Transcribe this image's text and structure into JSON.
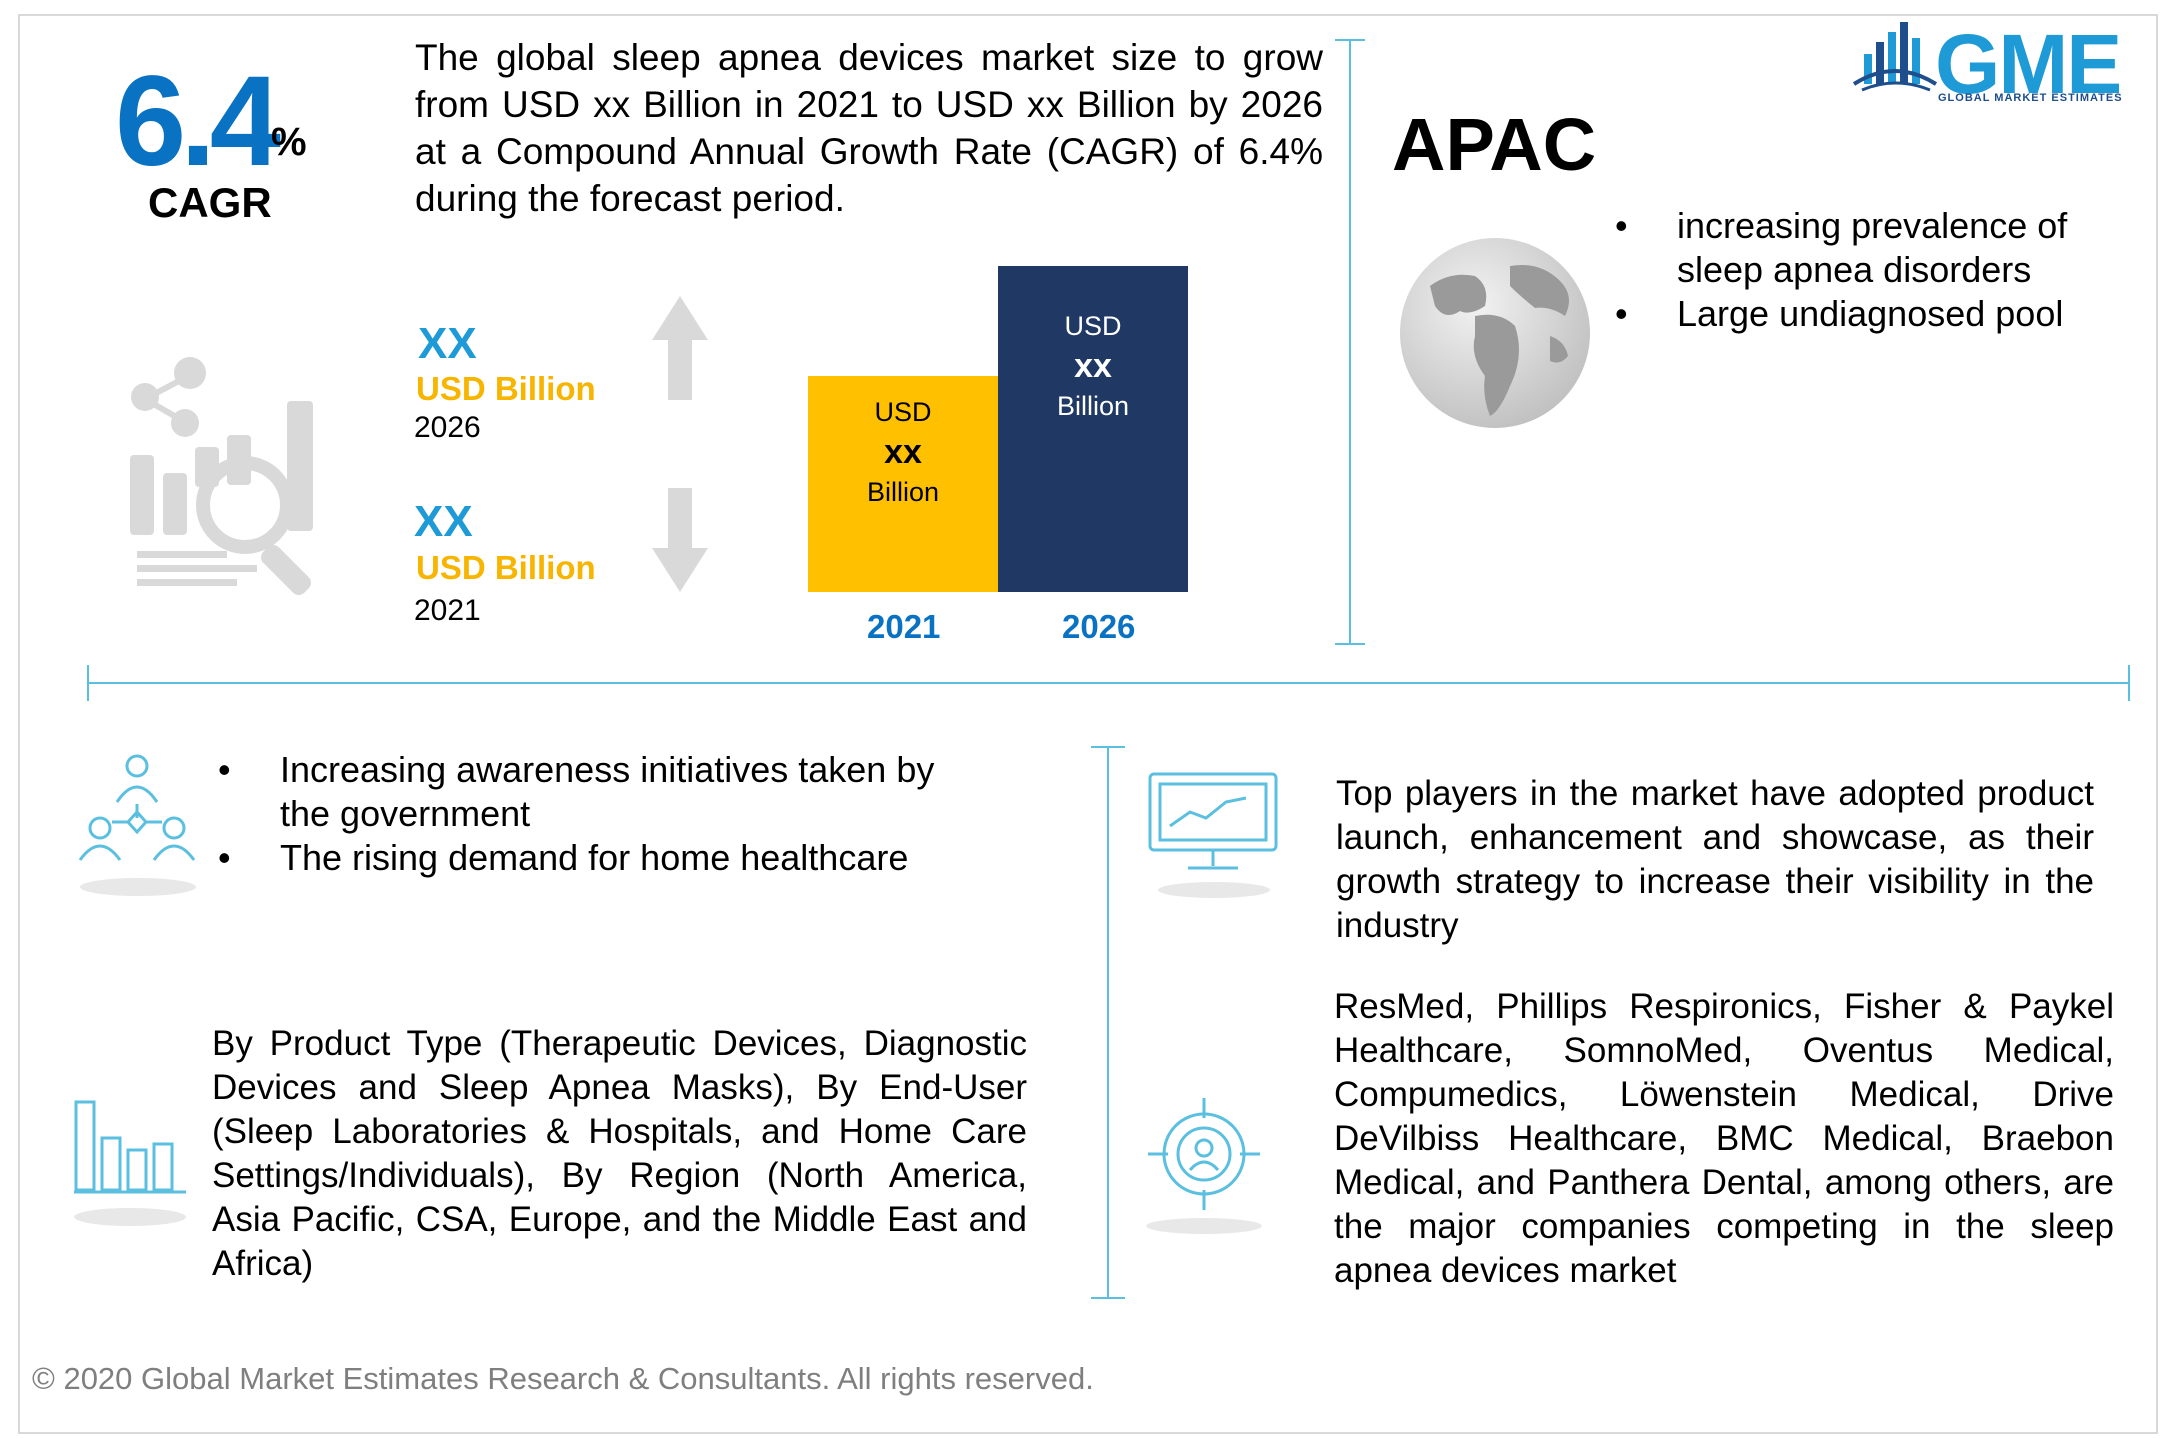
{
  "logo": {
    "name": "GME",
    "tagline": "GLOBAL MARKET ESTIMATES"
  },
  "cagr": {
    "value": "6.4",
    "percent_sign": "%",
    "label": "CAGR"
  },
  "intro": "The global sleep apnea devices market size to grow from USD xx Billion in 2021 to USD xx Billion by 2026 at a Compound Annual Growth Rate (CAGR) of 6.4% during the forecast period.",
  "market_2026": {
    "value": "XX",
    "unit": "USD Billion",
    "year": "2026"
  },
  "market_2021": {
    "value": "XX",
    "unit": "USD Billion",
    "year": "2021"
  },
  "chart_data": {
    "type": "bar",
    "categories": [
      "2021",
      "2026"
    ],
    "bar_labels": [
      {
        "top": "USD",
        "mid": "xx",
        "bottom": "Billion"
      },
      {
        "top": "USD",
        "mid": "xx",
        "bottom": "Billion"
      }
    ],
    "colors": [
      "#ffc000",
      "#1f3864"
    ]
  },
  "region": {
    "title": "APAC",
    "points": [
      "increasing prevalence of sleep apnea disorders",
      "Large undiagnosed pool"
    ]
  },
  "drivers": [
    "Increasing awareness initiatives taken by the government",
    "The rising demand for home healthcare"
  ],
  "trends": "Top players in the market have adopted product launch, enhancement and showcase, as their growth strategy to increase their visibility in the industry",
  "segmentation": "By Product Type (Therapeutic Devices, Diagnostic Devices and Sleep Apnea Masks), By End-User (Sleep Laboratories & Hospitals, and Home Care Settings/Individuals), By Region (North America, Asia Pacific, CSA, Europe, and the Middle East and Africa)",
  "competitors": "ResMed, Phillips Respironics, Fisher & Paykel Healthcare, SomnoMed, Oventus Medical, Compumedics, Löwenstein Medical, Drive DeVilbiss Healthcare, BMC Medical, Braebon Medical, and Panthera Dental, among others, are the major companies competing in the sleep apnea devices market",
  "footer": "© 2020 Global Market Estimates Research & Consultants. All rights reserved.",
  "colors": {
    "accent_blue": "#0a72c2",
    "light_blue": "#1e9ad6",
    "gold": "#ffc000",
    "navy": "#1f3864",
    "divider": "#5bbfe0",
    "gray_icon": "#d9d9d9"
  }
}
